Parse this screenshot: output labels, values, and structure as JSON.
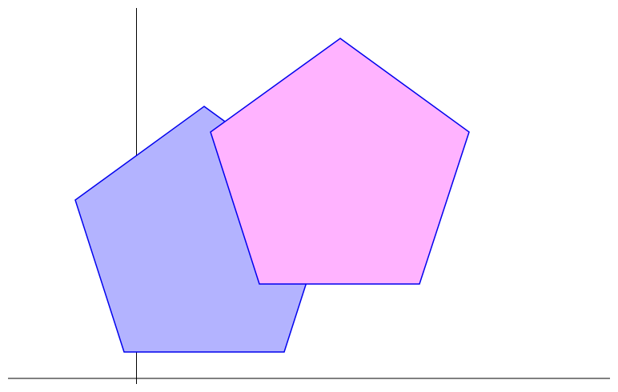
{
  "diagram": {
    "axes": {
      "stroke": "#000000"
    },
    "shapes": [
      {
        "shape": "pentagon",
        "fill": "#b3b3ff",
        "stroke": "#0000ee",
        "layer": "back"
      },
      {
        "shape": "pentagon",
        "fill": "#ffb3ff",
        "stroke": "#0000ee",
        "layer": "front"
      }
    ]
  }
}
